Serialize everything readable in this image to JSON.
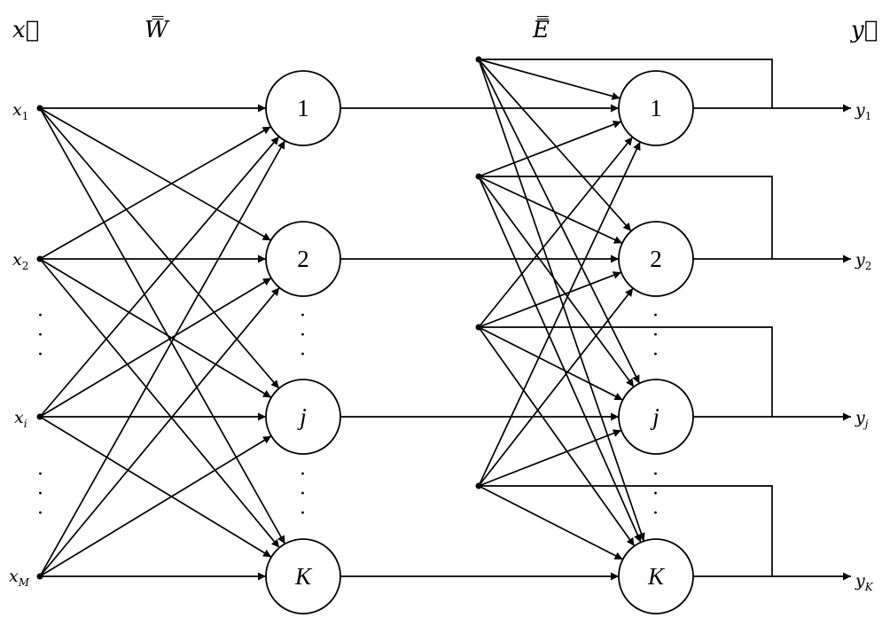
{
  "header": {
    "x_vector": "x⃗",
    "w_matrix": "W̿",
    "e_matrix": "E̿",
    "y_vector": "y⃗"
  },
  "inputs": [
    {
      "base": "x",
      "sub": "1"
    },
    {
      "base": "x",
      "sub": "2"
    },
    {
      "base": "x",
      "sub": "i"
    },
    {
      "base": "x",
      "sub": "M"
    }
  ],
  "hidden_nodes": [
    "1",
    "2",
    "j",
    "K"
  ],
  "output_nodes": [
    "1",
    "2",
    "j",
    "K"
  ],
  "outputs": [
    {
      "base": "y",
      "sub": "1"
    },
    {
      "base": "y",
      "sub": "2"
    },
    {
      "base": "y",
      "sub": "j"
    },
    {
      "base": "y",
      "sub": "K"
    }
  ],
  "ellipsis": "·",
  "colors": {
    "stroke": "#000000",
    "background": "#ffffff"
  }
}
